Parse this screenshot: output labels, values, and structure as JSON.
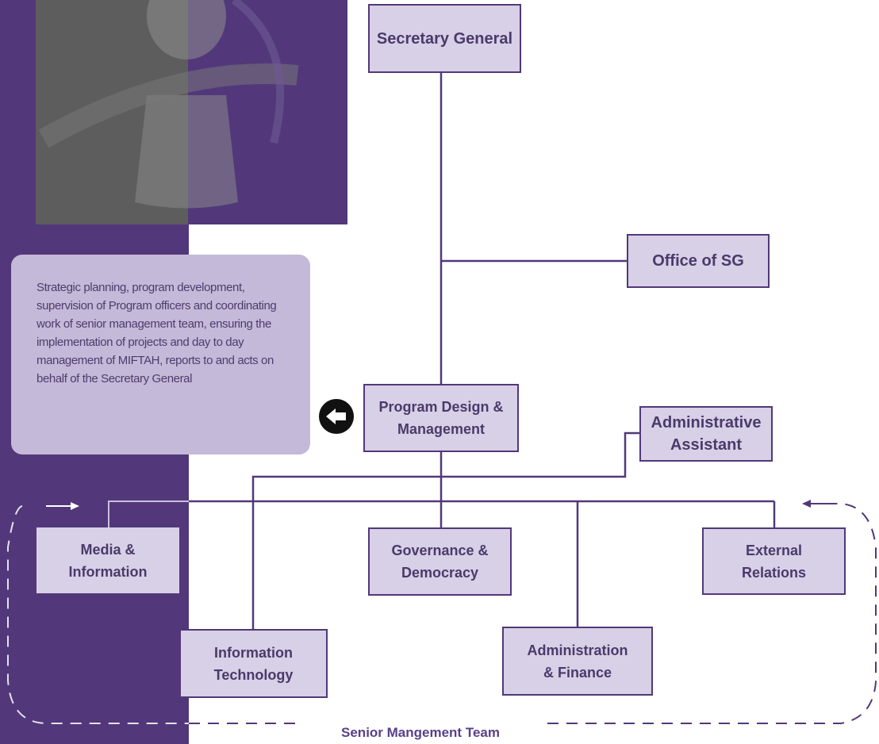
{
  "description": "Strategic planning, program development, supervision of Program officers and coordinating work of senior management team, ensuring the implementation of projects and day to day management of MIFTAH, reports to and acts on behalf of the Secretary General",
  "nodes": {
    "secretary_general": "Secretary General",
    "office_sg": "Office of SG",
    "program_design": "Program Design &\nManagement",
    "admin_assistant": "Administrative\nAssistant",
    "media_info": "Media &\nInformation",
    "governance": "Governance &\nDemocracy",
    "external_relations": "External\nRelations",
    "info_tech": "Information\nTechnology",
    "admin_finance": "Administration\n& Finance"
  },
  "team_label": "Senior Mangement Team",
  "colors": {
    "purple_dark": "#52387a",
    "box_fill": "#d8d0e6",
    "desc_fill": "#c4b9d8",
    "text": "#4a3a6b"
  },
  "icons": {
    "back_arrow": "arrow-left-circle-icon"
  }
}
